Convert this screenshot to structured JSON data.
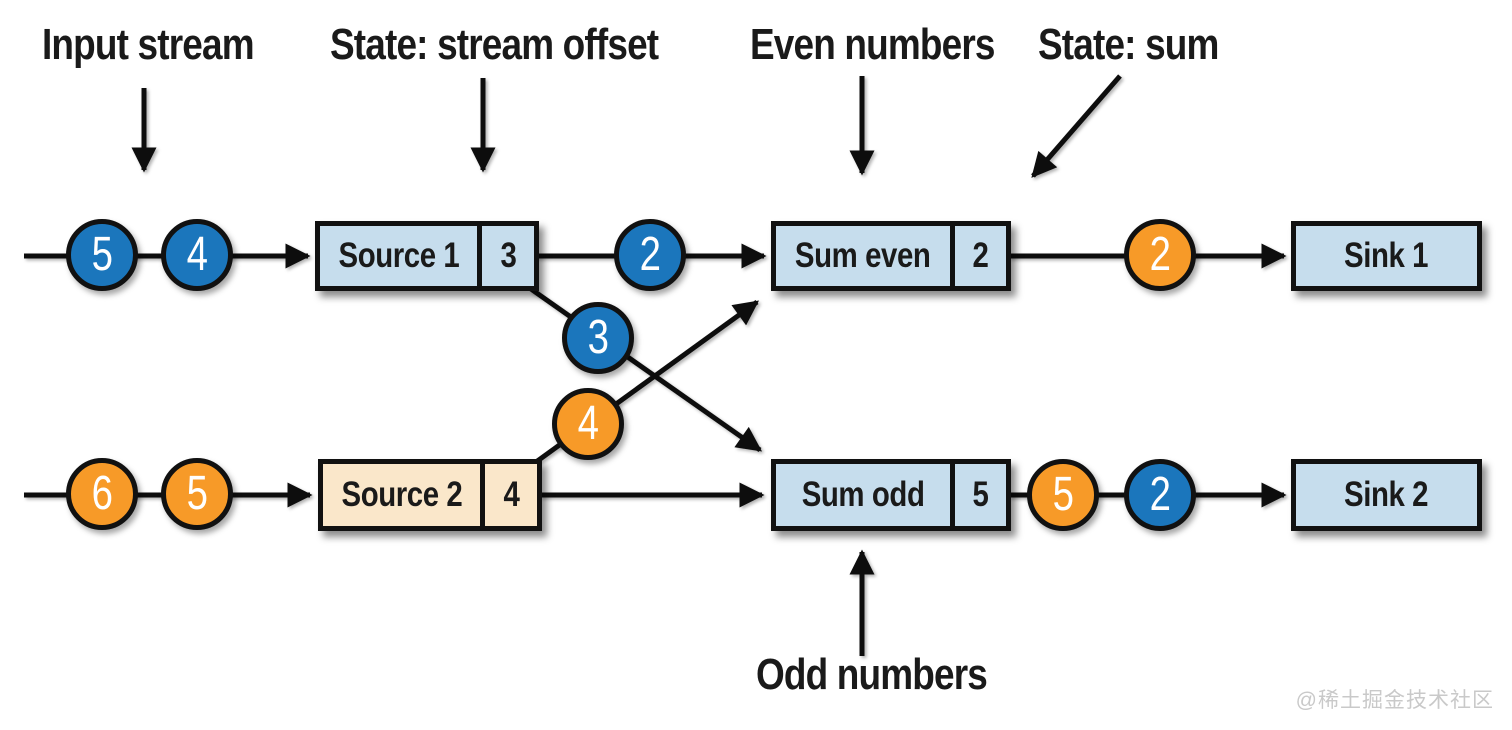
{
  "colors": {
    "blue": "#1b76bc",
    "orange": "#f79a28",
    "box_blue": "#c6dded",
    "box_cream": "#fae7ca",
    "ink": "#111111",
    "watermark_gray": "#c9c9c9"
  },
  "annotations": {
    "input_stream": "Input stream",
    "state_stream_offset": "State: stream offset",
    "even_numbers": "Even numbers",
    "state_sum": "State: sum",
    "odd_numbers": "Odd numbers"
  },
  "nodes": {
    "source1": {
      "label": "Source 1",
      "state": "3"
    },
    "source2": {
      "label": "Source 2",
      "state": "4"
    },
    "sum_even": {
      "label": "Sum even",
      "state": "2"
    },
    "sum_odd": {
      "label": "Sum odd",
      "state": "5"
    },
    "sink1": {
      "label": "Sink 1"
    },
    "sink2": {
      "label": "Sink 2"
    }
  },
  "tokens": {
    "stream1_in_1": {
      "value": "5",
      "stream": "blue"
    },
    "stream1_in_2": {
      "value": "4",
      "stream": "blue"
    },
    "even_from_source1": {
      "value": "2",
      "stream": "blue"
    },
    "odd_from_source1": {
      "value": "3",
      "stream": "blue"
    },
    "even_from_source2": {
      "value": "4",
      "stream": "orange"
    },
    "sum_even_out": {
      "value": "2",
      "stream": "orange"
    },
    "stream2_in_1": {
      "value": "6",
      "stream": "orange"
    },
    "stream2_in_2": {
      "value": "5",
      "stream": "orange"
    },
    "sum_odd_out_1": {
      "value": "5",
      "stream": "orange"
    },
    "sum_odd_out_2": {
      "value": "2",
      "stream": "blue"
    }
  },
  "watermark": "@稀土掘金技术社区"
}
